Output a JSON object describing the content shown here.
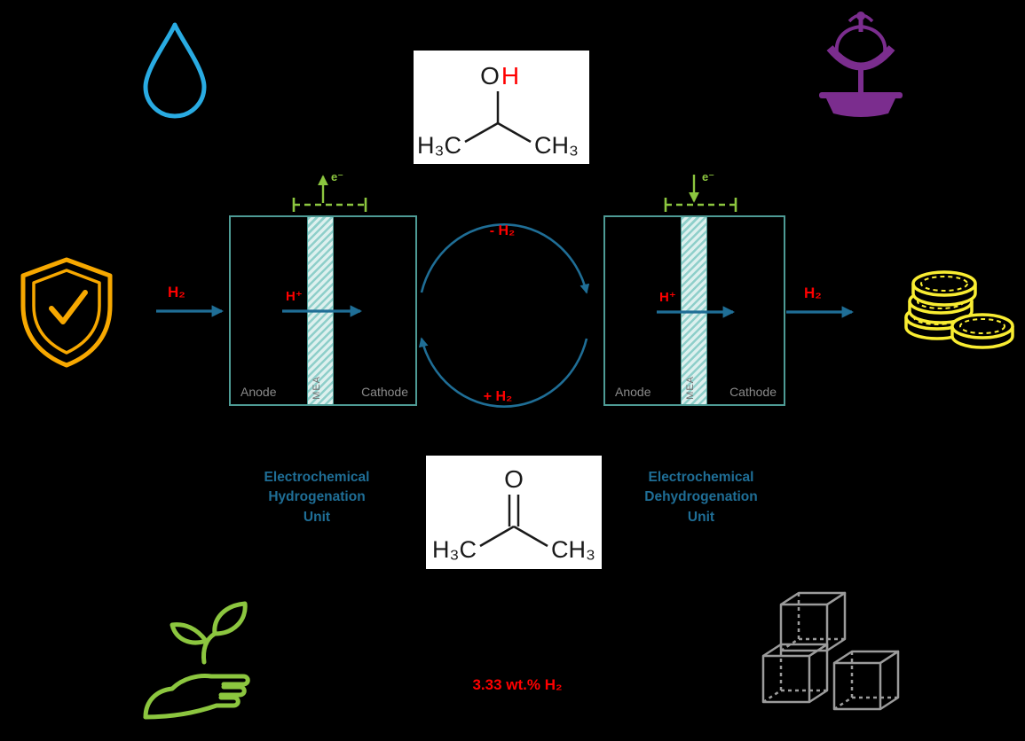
{
  "colors": {
    "background": "#000000",
    "unit_teal": "#4E9B95",
    "arrow_blue": "#1F6E96",
    "electron_green": "#8CC63F",
    "highlight_red": "#FF0000",
    "droplet_blue": "#29ABE2",
    "fountain_purple": "#7B2D8E",
    "shield_orange": "#F7A800",
    "coins_yellow": "#F9ED32",
    "cubes_gray": "#9B9B9B"
  },
  "molecules": {
    "isopropanol": {
      "o": "O",
      "h": "H",
      "left_group": "H₃C",
      "right_group": "CH₃"
    },
    "acetone": {
      "o": "O",
      "left_group": "H₃C",
      "right_group": "CH₃"
    }
  },
  "hydrogenation_unit": {
    "h2_in": "H₂",
    "h_plus": "H⁺",
    "electron": "e⁻",
    "anode": "Anode",
    "cathode": "Cathode",
    "mea": "MEA",
    "label_line1": "Electrochemical",
    "label_line2": "Hydrogenation",
    "label_line3": "Unit"
  },
  "dehydrogenation_unit": {
    "h2_out": "H₂",
    "h_plus": "H⁺",
    "electron": "e⁻",
    "anode": "Anode",
    "cathode": "Cathode",
    "mea": "MEA",
    "label_line1": "Electrochemical",
    "label_line2": "Dehydrogenation",
    "label_line3": "Unit"
  },
  "cycle": {
    "release_label": "- H₂",
    "uptake_label": "+ H₂"
  },
  "footer": {
    "capacity_label": "3.33 wt.% H₂"
  }
}
